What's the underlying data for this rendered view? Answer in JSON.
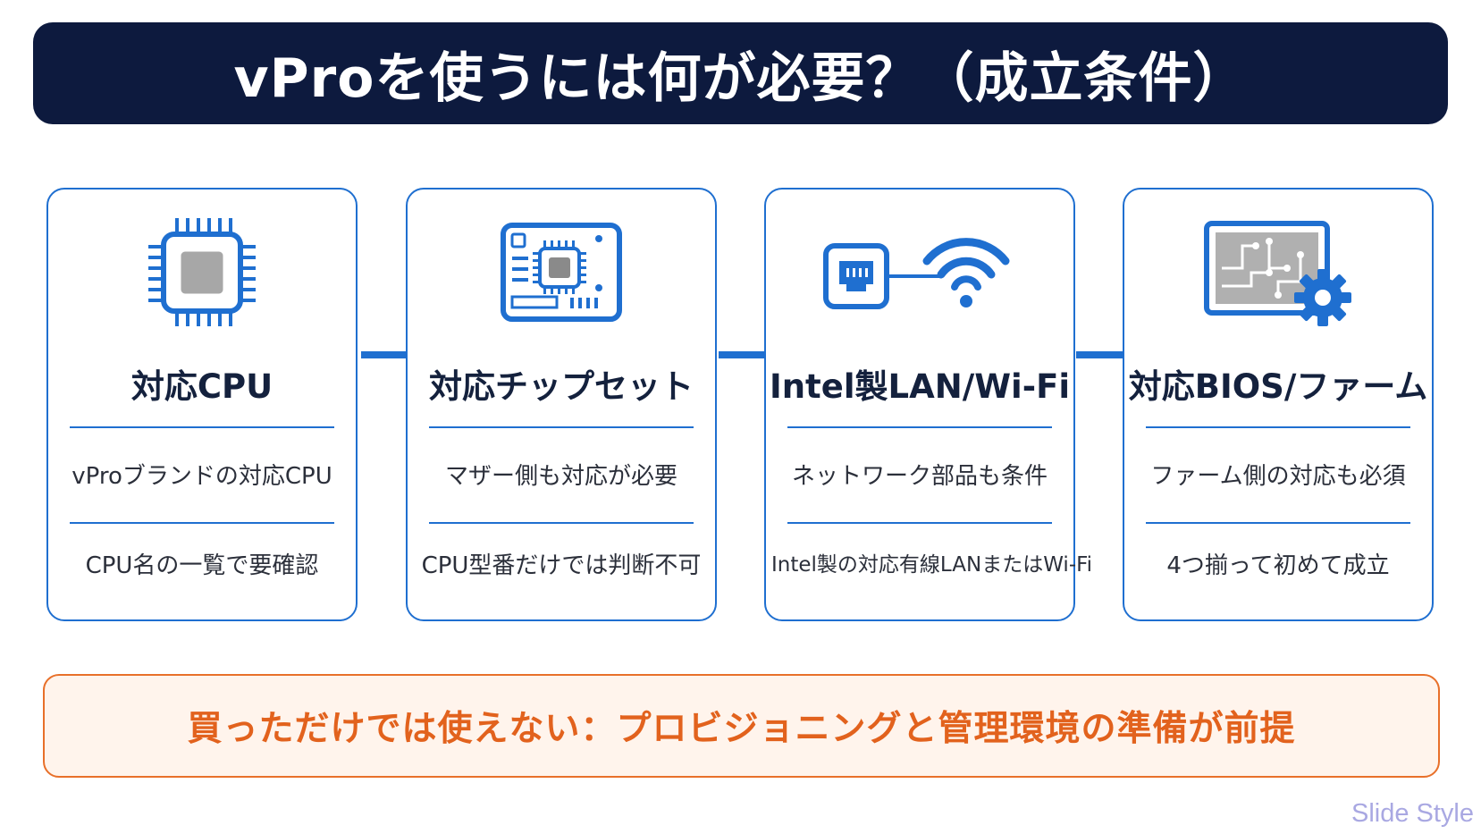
{
  "title": "vProを使うには何が必要？（成立条件）",
  "cards": [
    {
      "icon": "cpu-chip-icon",
      "title": "対応CPU",
      "line1": "vProブランドの対応CPU",
      "line2": "CPU名の一覧で要確認"
    },
    {
      "icon": "motherboard-chipset-icon",
      "title": "対応チップセット",
      "line1": "マザー側も対応が必要",
      "line2": "CPU型番だけでは判断不可"
    },
    {
      "icon": "lan-wifi-icon",
      "title": "Intel製LAN/Wi-Fi",
      "line1": "ネットワーク部品も条件",
      "line2": "Intel製の対応有線LANまたはWi-Fi"
    },
    {
      "icon": "bios-firmware-icon",
      "title": "対応BIOS/ファーム",
      "line1": "ファーム側の対応も必須",
      "line2": "4つ揃って初めて成立"
    }
  ],
  "note": "買っただけでは使えない：プロビジョニングと管理環境の準備が前提",
  "watermark": "Slide Style",
  "colors": {
    "navy": "#0d1a3e",
    "blue": "#1f6fd0",
    "orange": "#e2621d",
    "note_bg": "#fff4ec"
  }
}
